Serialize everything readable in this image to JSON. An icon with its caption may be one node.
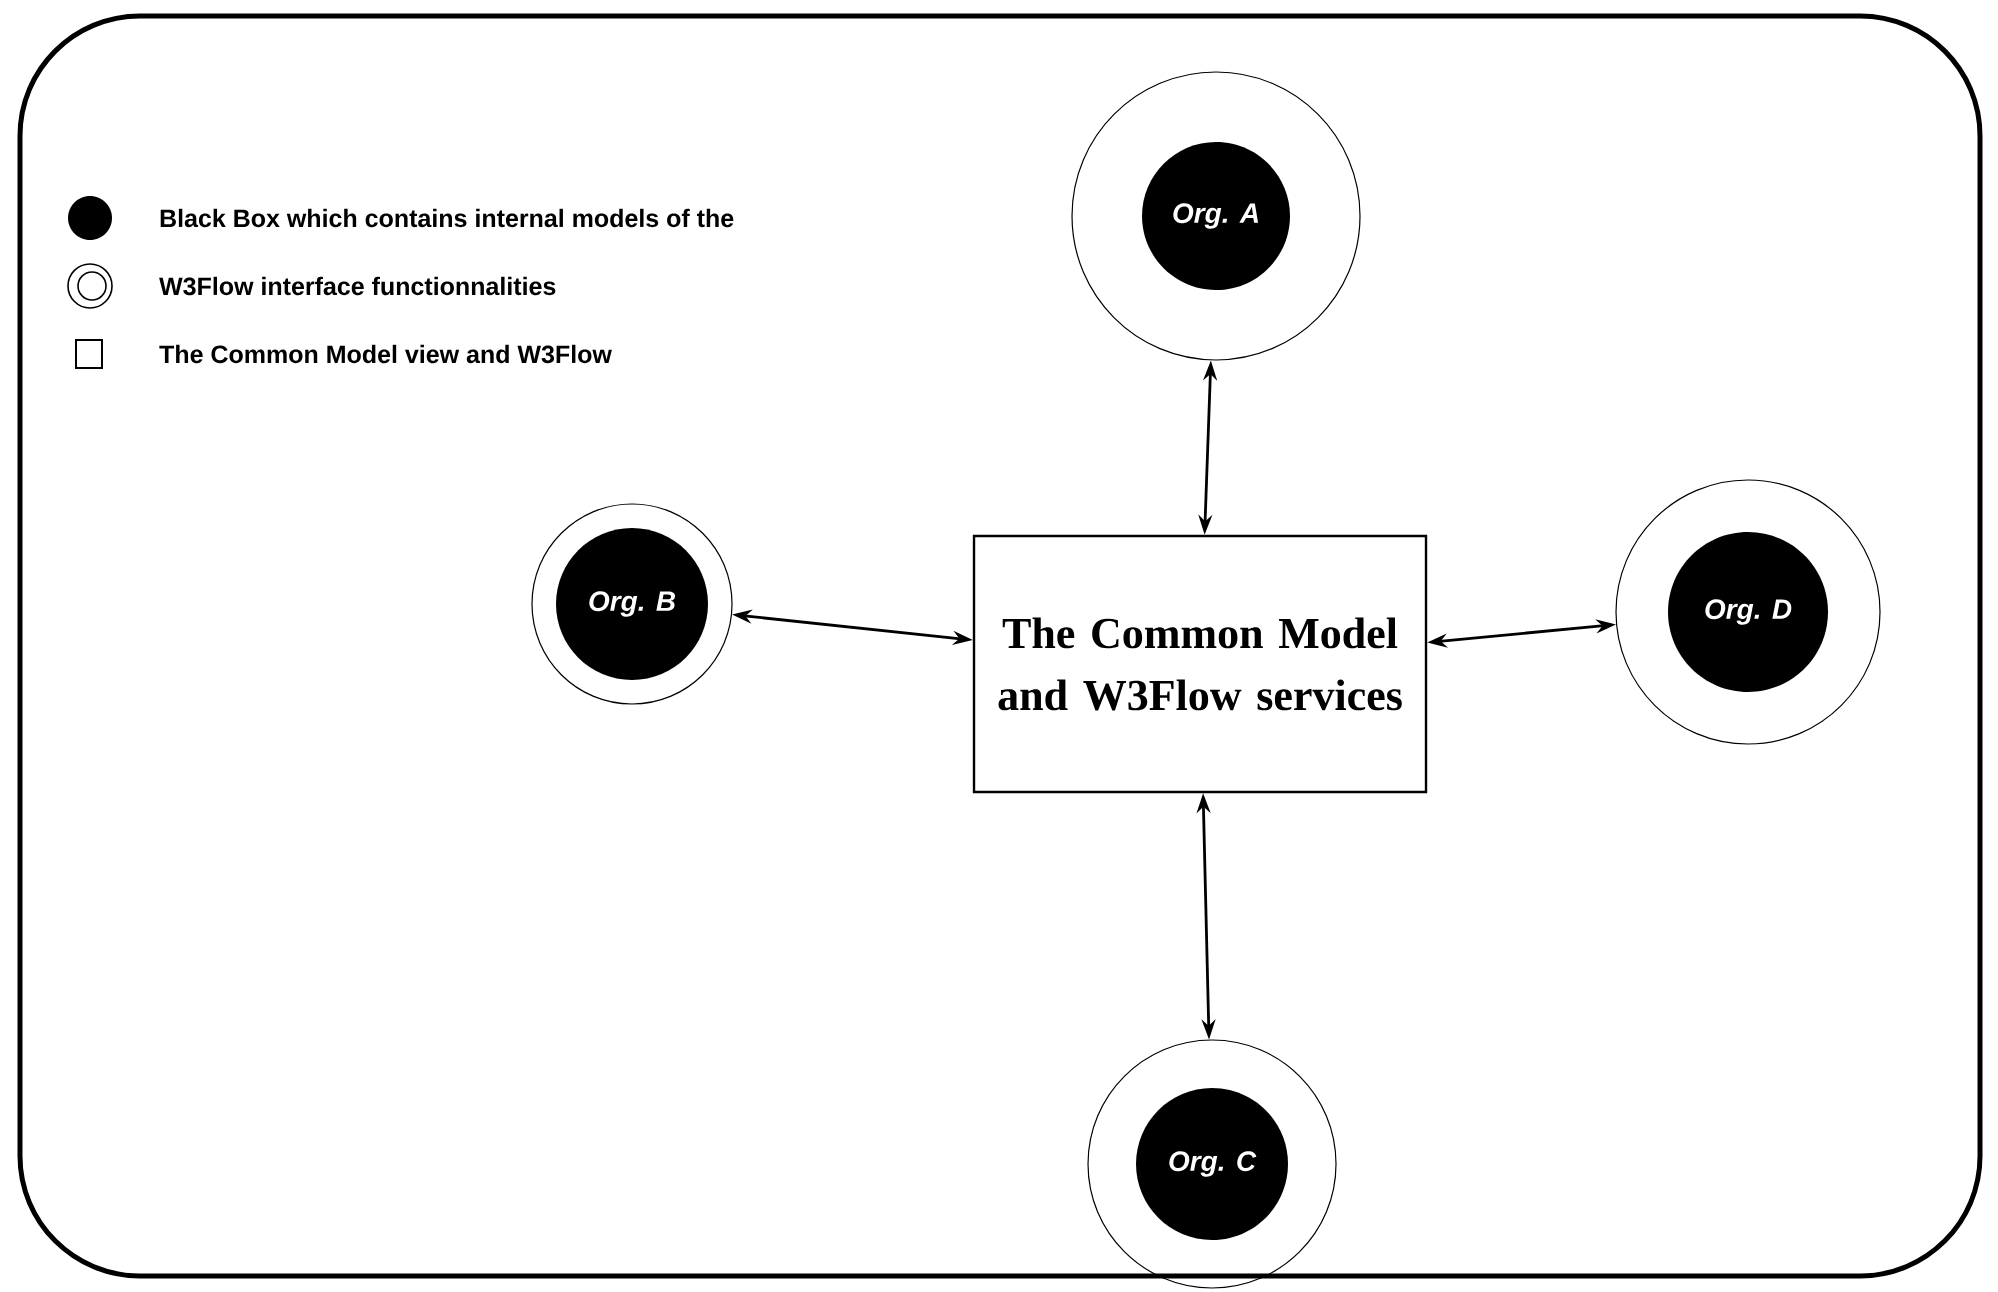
{
  "diagram": {
    "nodes": [
      {
        "text": [
          "Org. A"
        ]
      },
      {
        "text": [
          "Org. B"
        ]
      },
      {
        "text": [
          "The Common Model and W3Flow services"
        ]
      },
      {
        "text": [
          "Org. D"
        ]
      },
      {
        "text": [
          "Org. C"
        ]
      }
    ],
    "edges": [
      {
        "from": 2,
        "to": 0,
        "arrow": "both"
      },
      {
        "from": 1,
        "to": 2,
        "arrow": "both"
      },
      {
        "from": 2,
        "to": 3,
        "arrow": "both"
      },
      {
        "from": 2,
        "to": 4,
        "arrow": "both"
      }
    ],
    "legend": [
      {
        "text": "Black Box which contains internal models of the"
      },
      {
        "text": "W3Flow interface functionnalities"
      },
      {
        "text": "The Common Model view and W3Flow"
      }
    ]
  }
}
